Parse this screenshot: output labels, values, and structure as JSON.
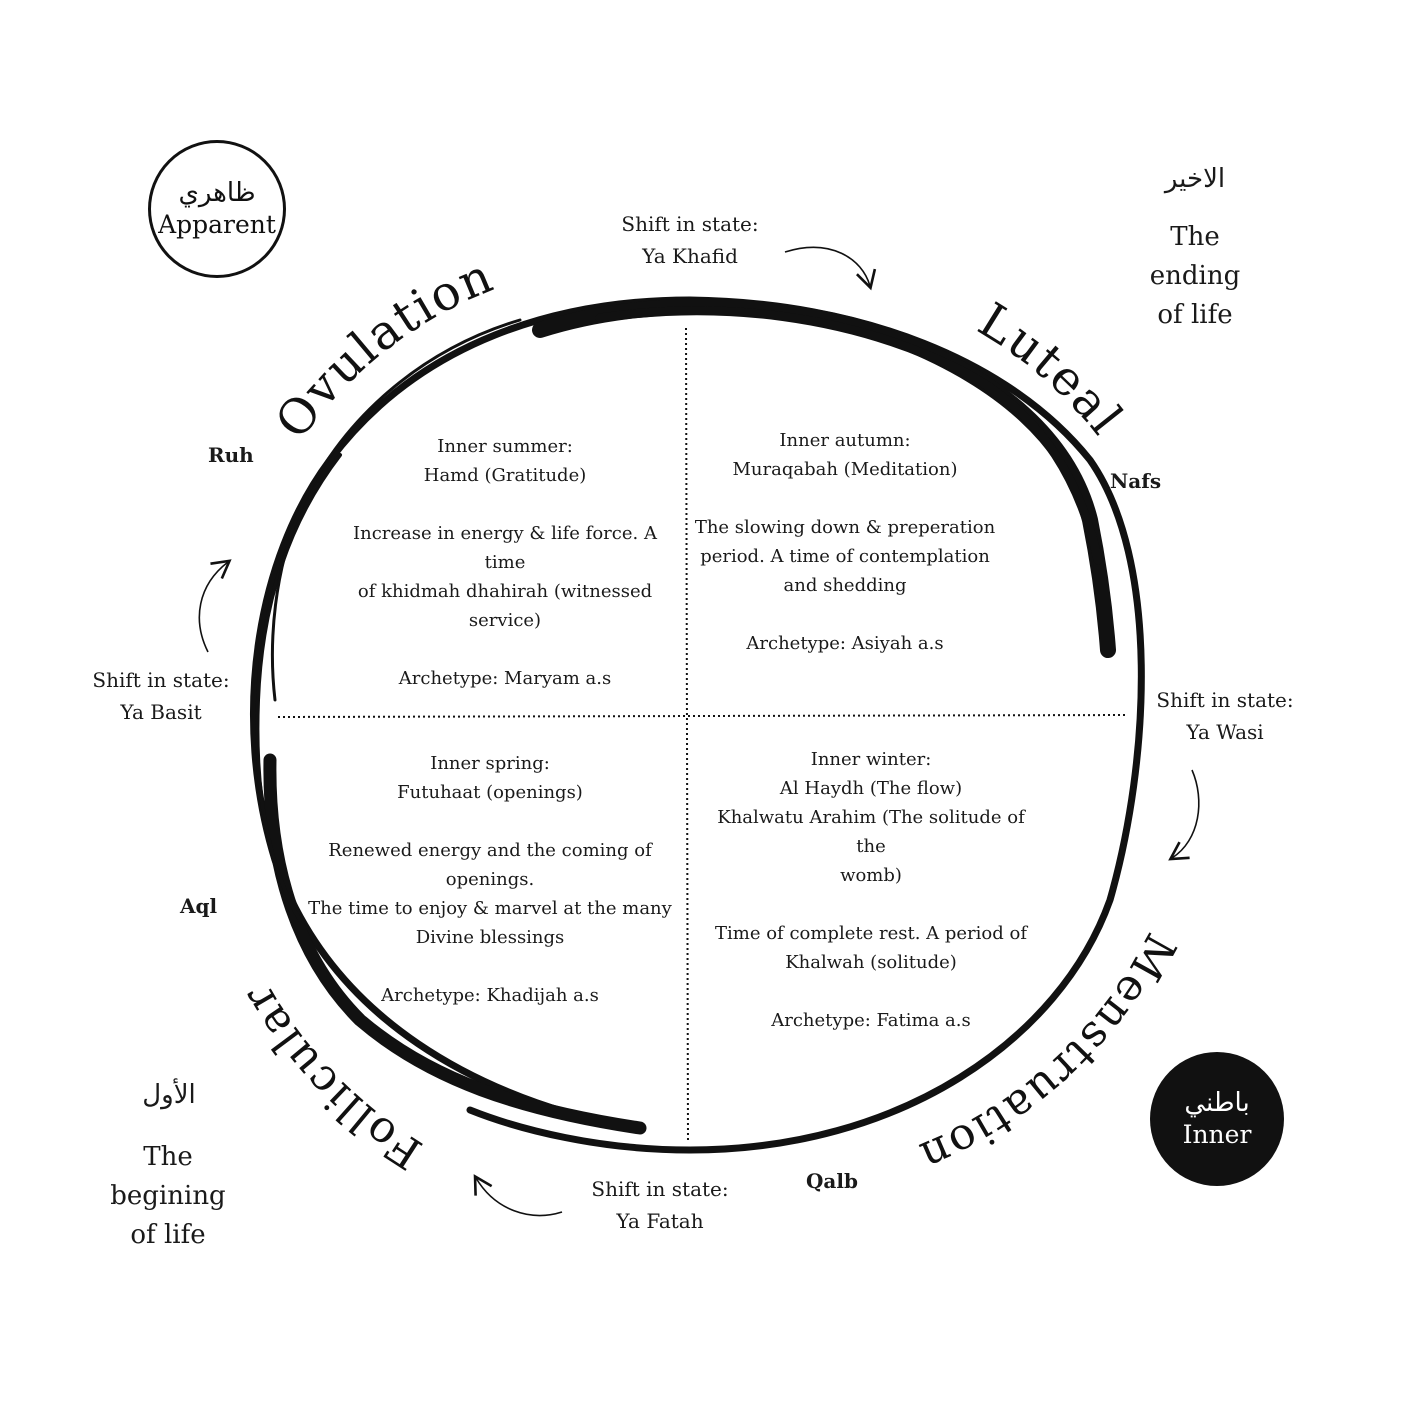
{
  "phases": {
    "ovulation": "Ovulation",
    "luteal": "Luteal",
    "menstruation": "Menstruation",
    "follicular": "Follicular"
  },
  "quadrants": {
    "summer": {
      "title": "Inner summer:",
      "subtitle": "Hamd (Gratitude)",
      "desc1": "Increase in energy & life force. A time",
      "desc2": "of khidmah dhahirah (witnessed",
      "desc3": "service)",
      "archetype": "Archetype: Maryam a.s"
    },
    "autumn": {
      "title": "Inner autumn:",
      "subtitle": "Muraqabah (Meditation)",
      "desc1": "The slowing down & preperation",
      "desc2": "period. A time of contemplation",
      "desc3": "and shedding",
      "archetype": "Archetype: Asiyah a.s"
    },
    "spring": {
      "title": "Inner spring:",
      "subtitle": "Futuhaat (openings)",
      "desc1": "Renewed energy and the coming of openings.",
      "desc2": "The time to enjoy & marvel at the many",
      "desc3": "Divine blessings",
      "archetype": "Archetype:  Khadijah a.s"
    },
    "winter": {
      "title": "Inner winter:",
      "subtitle": "Al Haydh (The flow)",
      "line3": "Khalwatu Arahim (The solitude of the",
      "line4": "womb)",
      "desc1": "Time of complete rest. A period of",
      "desc2": "Khalwah (solitude)",
      "archetype": "Archetype: Fatima a.s"
    }
  },
  "shifts": {
    "label": "Shift in state:",
    "top": "Ya Khafid",
    "right": "Ya Wasi",
    "bottom": "Ya Fatah",
    "left": "Ya Basit"
  },
  "tags": {
    "ruh": "Ruh",
    "nafs": "Nafs",
    "aql": "Aql",
    "qalb": "Qalb"
  },
  "badges": {
    "apparent_ar": "ظاهري",
    "apparent_en": "Apparent",
    "inner_ar": "باطني",
    "inner_en": "Inner"
  },
  "life": {
    "end_ar": "الاخير",
    "end_line1": "The",
    "end_line2": "ending",
    "end_line3": "of life",
    "begin_ar": "الأول",
    "begin_line1": "The",
    "begin_line2": "begining",
    "begin_line3": "of life"
  },
  "colors": {
    "ink": "#111111",
    "background": "#ffffff"
  }
}
